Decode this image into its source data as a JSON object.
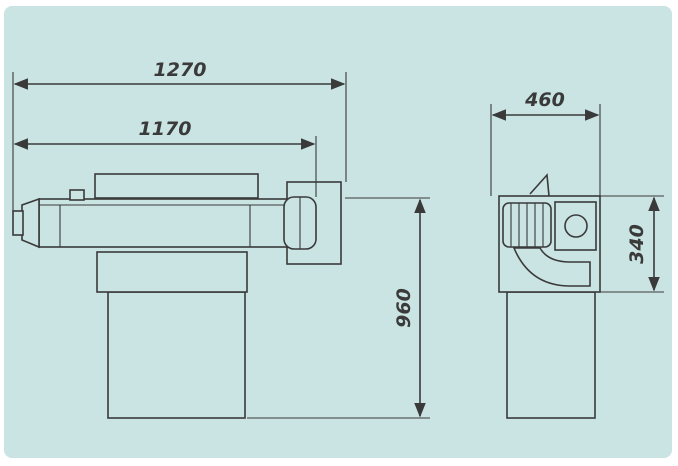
{
  "diagram": {
    "background_color": "#c9e4e2",
    "line_color": "#3a3a3a",
    "dimensions": {
      "overall_length": "1270",
      "table_length": "1170",
      "overall_depth": "460",
      "working_height": "960",
      "motor_height": "340"
    }
  }
}
